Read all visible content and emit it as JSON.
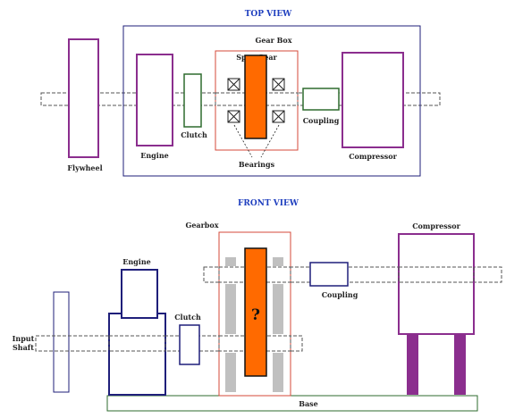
{
  "top_view": {
    "title": "TOP VIEW",
    "labels": {
      "gearbox": "Gear Box",
      "spur_gear": "Spur Gear",
      "engine": "Engine",
      "clutch": "Clutch",
      "bearings": "Bearings",
      "coupling": "Coupling",
      "compressor": "Compressor",
      "flywheel": "Flywheel"
    }
  },
  "front_view": {
    "title": "FRONT VIEW",
    "labels": {
      "gearbox": "Gearbox",
      "compressor": "Compressor",
      "engine": "Engine",
      "clutch": "Clutch",
      "coupling": "Coupling",
      "input_shaft_line1": "Input",
      "input_shaft_line2": "Shaft",
      "base": "Base",
      "unknown_gear": "?"
    }
  },
  "colors": {
    "purple": "#8b2e8e",
    "navy": "#1f1f7a",
    "green": "#2e6b2e",
    "red": "#d44a3a",
    "orange": "#ff6a00",
    "title_blue": "#1f3fbf",
    "gray": "#c0c0c0"
  }
}
